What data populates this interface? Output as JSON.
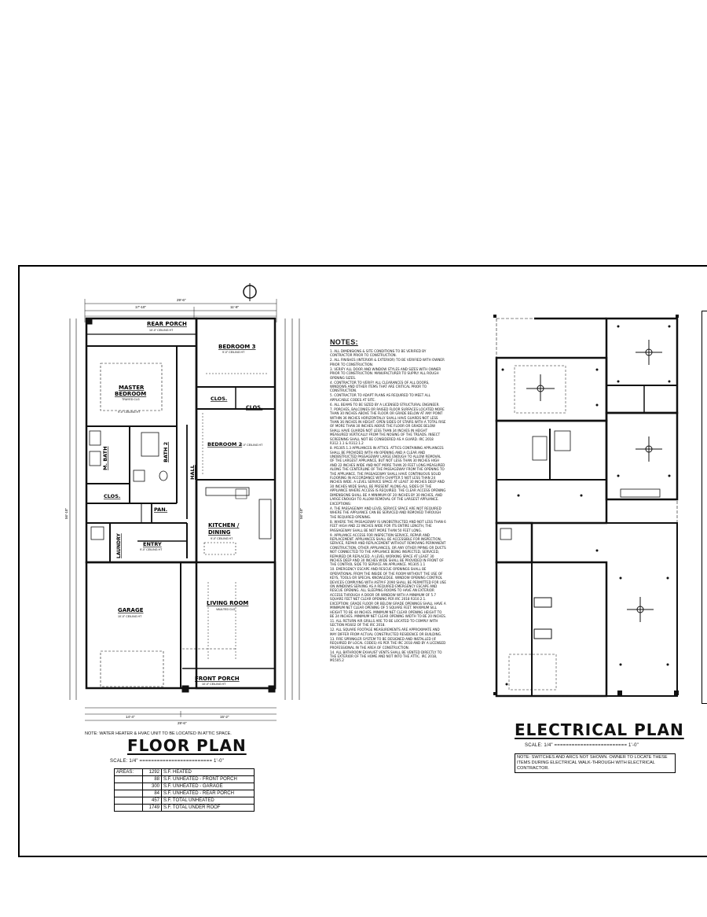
{
  "floor_plan": {
    "title": "FLOOR PLAN",
    "scale_label": "SCALE:",
    "note": "NOTE: WATER HEATER & HVAC UNIT TO BE LOCATED IN ATTIC SPACE.",
    "rooms": {
      "rear_porch": "REAR PORCH",
      "rear_porch_sub": "10'-0\" CEILING HT",
      "master_bedroom_1": "MASTER",
      "master_bedroom_2": "BEDROOM",
      "master_bedroom_sub": "TRAYED CLG",
      "master_bedroom_ceiling": "9'-0\" CEILING HT",
      "bedroom3": "BEDROOM 3",
      "bedroom3_sub": "9'-0\" CEILING HT",
      "clos_1": "CLOS.",
      "clos_2": "CLOS.",
      "clos_3": "CLOS.",
      "m_bath": "M. BATH",
      "bath2": "BATH 2",
      "bedroom2": "BEDROOM 2",
      "bedroom2_sub": "9'-0\" CEILING HT",
      "hall": "HALL",
      "pan": "PAN.",
      "kitchen_1": "KITCHEN /",
      "kitchen_2": "DINING",
      "kitchen_sub": "9'-0\" CEILING HT",
      "laundry": "LAUNDRY",
      "entry": "ENTRY",
      "entry_sub": "9'-0\" CEILING HT",
      "living_room": "LIVING ROOM",
      "living_room_sub": "VAULTED CLG",
      "garage": "GARAGE",
      "garage_sub": "10'-0\" CEILING HT",
      "front_porch": "FRONT PORCH",
      "front_porch_sub": "10'-0\" CEILING HT"
    },
    "dimensions": {
      "overall_width": "29'-6\"",
      "left_top": "17'-10\"",
      "right_top": "11'-8\"",
      "bottom_a": "14'-4\"",
      "bottom_b": "15'-2\"",
      "right_side": "56'-10\"",
      "left_side": "56'-10\""
    },
    "areas_table": [
      {
        "label": "AREAS:",
        "value": "1292",
        "desc": "S.F. HEATED"
      },
      {
        "label": "",
        "value": "88",
        "desc": "S.F. UNHEATED - FRONT PORCH"
      },
      {
        "label": "",
        "value": "300",
        "desc": "S.F. UNHEATED - GARAGE"
      },
      {
        "label": "",
        "value": "84",
        "desc": "S.F. UNHEATED - REAR PORCH"
      },
      {
        "label": "",
        "value": "457",
        "desc": "S.F. TOTAL UNHEATED"
      },
      {
        "label": "",
        "value": "1749",
        "desc": "S.F. TOTAL UNDER ROOF"
      }
    ]
  },
  "notes": {
    "title": "NOTES:",
    "items": [
      "1. ALL DIMENSIONS & SITE CONDITIONS TO BE VERIFIED BY CONTRACTOR PRIOR TO CONSTRUCTION.",
      "2. ALL FINISHES (INTERIOR & EXTERIOR) TO BE VERIFIED WITH OWNER PRIOR TO CONSTRUCTION.",
      "3. VERIFY ALL DOOR AND WINDOW STYLES AND SIZES WITH OWNER PRIOR TO CONSTRUCTION. MANUFACTURER TO SUPPLY ALL ROUGH OPENING SIZES.",
      "4. CONTRACTOR TO VERIFY ALL CLEARANCES OF ALL DOORS, WINDOWS AND OTHER ITEMS THAT ARE CRITICAL PRIOR TO CONSTRUCTION.",
      "5. CONTRACTOR TO ADAPT PLANS AS REQUIRED TO MEET ALL APPLICABLE CODES AT SITE.",
      "6. ALL BEAMS TO BE SIZED BY A LICENSED STRUCTURAL ENGINEER.",
      "7. PORCHES, BALCONIES OR RAISED FLOOR SURFACES LOCATED MORE THAN 30 INCHES ABOVE THE FLOOR OR GRADE BELOW AT ANY POINT WITHIN 36 INCHES HORIZONTALLY SHALL HAVE GUARDS NOT LESS THAN 36 INCHES IN HEIGHT. OPEN SIDES OF STAIRS WITH A TOTAL RISE OF MORE THAN 30 INCHES ABOVE THE FLOOR OR GRADE BELOW SHALL HAVE GUARDS NOT LESS THAN 34 INCHES IN HEIGHT MEASURED VERTICALLY FROM THE NOSING OF THE TREADS. INSECT SCREENING SHALL NOT BE CONSIDERED AS A GUARD. IRC 2018 R312.1.1 & R312.1.2",
      "8. M1305.1.3 APPLIANCES IN ATTICS. ATTICS CONTAINING APPLIANCES SHALL BE PROVIDED WITH AN OPENING AND A CLEAR AND UNOBSTRUCTED PASSAGEWAY LARGE ENOUGH TO ALLOW REMOVAL OF THE LARGEST APPLIANCE, BUT NOT LESS THAN 30 INCHES HIGH AND 22 INCHES WIDE AND NOT MORE THAN 20 FEET LONG MEASURED ALONG THE CENTERLINE OF THE PASSAGEWAY FROM THE OPENING TO THE APPLIANCE. THE PASSAGEWAY SHALL HAVE CONTINUOUS SOLID FLOORING IN ACCORDANCE WITH CHAPTER 5 NOT LESS THAN 24 INCHES WIDE. A LEVEL SERVICE SPACE AT LEAST 30 INCHES DEEP AND 30 INCHES WIDE SHALL BE PRESENT ALONG ALL SIDES OF THE APPLIANCE WHERE ACCESS IS REQUIRED. THE CLEAR ACCESS OPENING DIMENSIONS SHALL BE A MINIMUM OF 20 INCHES BY 30 INCHES, AND LARGE ENOUGH TO ALLOW REMOVAL OF THE LARGEST APPLIANCE.",
      "EXCEPTIONS:",
      "A. THE PASSAGEWAY AND LEVEL SERVICE SPACE ARE NOT REQUIRED WHERE THE APPLIANCE CAN BE SERVICED AND REMOVED THROUGH THE REQUIRED OPENING.",
      "B. WHERE THE PASSAGEWAY IS UNOBSTRUCTED AND NOT LESS THAN 6 FEET HIGH AND 22 INCHES WIDE FOR ITS ENTIRE LENGTH, THE PASSAGEWAY SHALL BE NOT MORE THAN 50 FEET LONG.",
      "9. APPLIANCE ACCESS FOR INSPECTION SERVICE, REPAIR AND REPLACEMENT. APPLIANCES SHALL BE ACCESSIBLE FOR INSPECTION, SERVICE, REPAIR AND REPLACEMENT WITHOUT REMOVING PERMANENT CONSTRUCTION, OTHER APPLIANCES, OR ANY OTHER PIPING OR DUCTS NOT CONNECTED TO THE APPLIANCE BEING INSPECTED, SERVICED, REPAIRED OR REPLACED. A LEVEL WORKING SPACE AT LEAST 30 INCHES DEEP AND 30 INCHES WIDE SHALL BE PROVIDED IN FRONT OF THE CONTROL SIDE TO SERVICE AN APPLIANCE. M1305.1.1",
      "10. EMERGENCY ESCAPE AND RESCUE OPENINGS SHALL BE OPERATIONAL FROM THE INSIDE OF THE ROOM WITHOUT THE USE OF KEYS, TOOLS OR SPECIAL KNOWLEDGE. WINDOW OPENING CONTROL DEVICES COMPLYING WITH ASTM F 2090 SHALL BE PERMITTED FOR USE ON WINDOWS SERVING AS A REQUIRED EMERGENCY ESCAPE AND RESCUE OPENING. ALL SLEEPING ROOMS TO HAVE AN EXTERIOR ACCESS THROUGH A DOOR OR WINDOW WITH A MINIMUM OF 5.7 SQUARE FEET NET CLEAR OPENING PER IRC 2018 R310.2.1. EXCEPTION: GRADE FLOOR OR BELOW GRADE OPENINGS SHALL HAVE A MINIMUM NET CLEAR OPENING OF 5 SQUARE FEET. MAXIMUM SILL HEIGHT TO BE 44 INCHES. MINIMUM NET CLEAR OPENING HEIGHT TO BE 24 INCHES. MINIMUM NET CLEAR OPENING WIDTH TO BE 20 INCHES.",
      "11. ALL RETURN AIR GRILLS ARE TO BE LOCATED TO COMPLY WITH SECTION M1602 OF THE IRC 2018.",
      "12. ALL SQUARE FOOTAGE MEASUREMENTS ARE APPROXIMATE AND MAY DIFFER FROM ACTUAL CONSTRUCTED RESIDENCE OR BUILDING.",
      "13. FIRE SPRINKLER SYSTEM TO BE DESIGNED AND INSTALLED (IF REQUIRED BY LOCAL CODES) AS PER THE IRC 2018 AND BY A LICENSED PROFESSIONAL IN THE AREA OF CONSTRUCTION.",
      "14. ALL BATHROOM EXHAUST VENTS SHALL BE VENTED DIRECTLY TO THE EXTERIOR OF THE HOME AND NOT INTO THE ATTIC. IRC 2018, M1505.2"
    ]
  },
  "electrical_plan": {
    "title": "ELECTRICAL PLAN",
    "scale_label": "SCALE:",
    "note": "NOTE: SWITCHES AND ARCS NOT SHOWN. OWNER TO LOCATE THESE ITEMS DURING ELECTRICAL WALK-THROUGH WITH ELECTRICAL CONTRACTOR."
  },
  "colors": {
    "line": "#111111",
    "background": "#ffffff"
  }
}
